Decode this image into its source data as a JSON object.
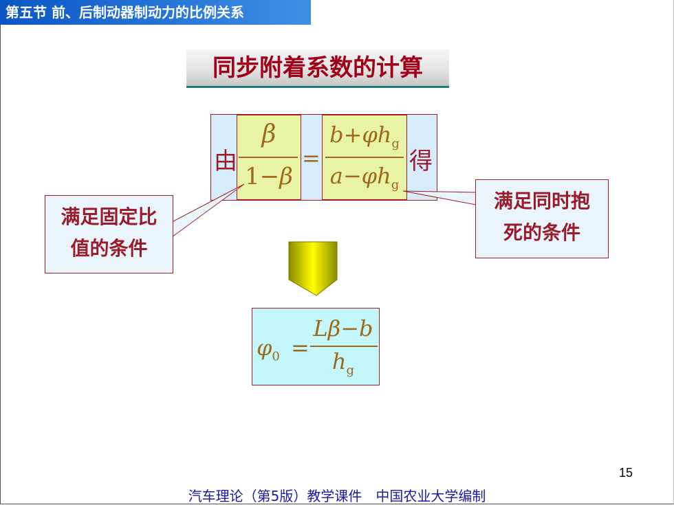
{
  "header": {
    "section_title": "第五节 前、后制动器制动力的比例关系"
  },
  "slide": {
    "title": "同步附着系数的计算",
    "equation": {
      "prefix": "由",
      "left_num": "β",
      "left_den_one": "1",
      "left_den_minus": "−",
      "left_den_var": "β",
      "equals": "=",
      "right_num_b": "b",
      "right_num_plus": "+",
      "right_num_phi": "φ",
      "right_num_h": "h",
      "right_num_sub": "g",
      "right_den_a": "a",
      "right_den_minus": "−",
      "right_den_phi": "φ",
      "right_den_h": "h",
      "right_den_sub": "g",
      "suffix": "得"
    },
    "callout_left": {
      "line1": "满足固定比",
      "line2": "值的条件"
    },
    "callout_right": {
      "line1": "满足同时抱",
      "line2": "死的条件"
    },
    "result": {
      "lhs_phi": "φ",
      "lhs_sub": "0",
      "equals": "=",
      "num_L": "L",
      "num_beta": "β",
      "num_minus": "−",
      "num_b": "b",
      "den_h": "h",
      "den_sub": "g"
    },
    "arrow_color": "#ffff00"
  },
  "page_number": "15",
  "footer": "汽车理论（第5版）教学课件　中国农业大学编制"
}
